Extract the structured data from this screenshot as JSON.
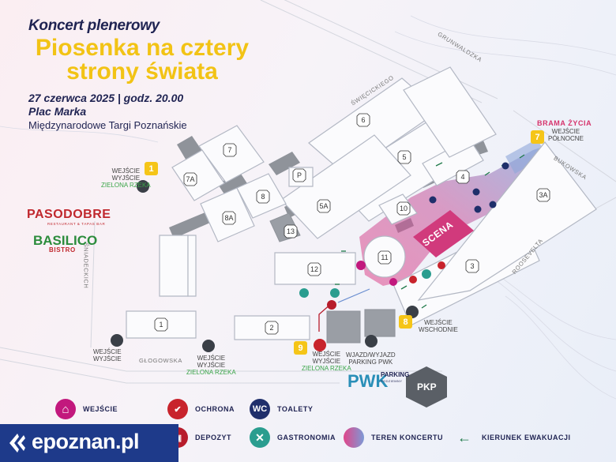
{
  "header": {
    "kicker": "Koncert plenerowy",
    "title": "Piosenka na cztery strony świata",
    "date": "27 czerwca 2025 | godz. 20.00",
    "place": "Plac Marka",
    "venue": "Międzynarodowe Targi Poznańskie"
  },
  "streets": {
    "grunwaldzka": "GRUNWALDZKA",
    "swiecickiego": "ŚWIĘCICKIEGO",
    "bukowska": "BUKOWSKA",
    "roosevelta": "ROOSEVELTA",
    "sniadeckich": "ŚNIADECKICH",
    "glogowska": "GŁOGOWSKA"
  },
  "pavilions": [
    "1",
    "2",
    "3",
    "3A",
    "4",
    "5",
    "5A",
    "6",
    "7",
    "7A",
    "8",
    "8A",
    "10",
    "11",
    "12",
    "13",
    "P"
  ],
  "stage_label": "SCENA",
  "entrances": {
    "e1": {
      "num": "1",
      "text": "WEJŚCIE\nWYJŚCIE",
      "sub": "ZIELONA RZEKA"
    },
    "e7": {
      "num": "7",
      "brand": "BRAMA ŻYCIA",
      "text": "WEJŚCIE\nPÓŁNOCNE"
    },
    "e8": {
      "num": "8",
      "text": "WEJŚCIE\nWSCHODNIE"
    },
    "e9": {
      "num": "9",
      "text": "WEJŚCIE\nWYJŚCIE",
      "sub": "ZIELONA RZEKA"
    },
    "glogowska_exit": {
      "text": "WEJŚCIE\nWYJŚCIE"
    },
    "glogowska_green": {
      "text": "WEJŚCIE\nWYJŚCIE",
      "sub": "ZIELONA RZEKA"
    },
    "parking": {
      "text": "WJAZD/WYJAZD\nPARKING PWK"
    }
  },
  "sponsors": {
    "pasodobre": "PASODOBRE",
    "pasodobre_sub": "RESTAURANT & TAPAS BAR",
    "basilico": "BASILICO",
    "basilico_sub": "BISTRO",
    "pwk": "PWK",
    "parking": "PARKING",
    "parking_sub": "PODZIEMNY",
    "pkp": "PKP"
  },
  "legend": [
    {
      "icon": "house-icon",
      "label": "WEJŚCIE",
      "color": "#c2187d"
    },
    {
      "icon": "shield-icon",
      "label": "OCHRONA",
      "color": "#c8232c"
    },
    {
      "icon": "wc-icon",
      "label": "TOALETY",
      "color": "#1f2f6b",
      "glyph": "WC"
    },
    {
      "icon": "lock-icon",
      "label": "DEPOZYT",
      "color": "#b71c2b"
    },
    {
      "icon": "gastronomy-icon",
      "label": "GASTRONOMIA",
      "color": "#2a9d8f"
    },
    {
      "icon": "concert-area-icon",
      "label": "TEREN KONCERTU",
      "color": "#d27aa6"
    },
    {
      "icon": "evacuation-arrow-icon",
      "label": "KIERUNEK EWAKUACJI",
      "color": "#1f7a4a"
    }
  ],
  "logo": "epoznan.pl",
  "colors": {
    "accent_yellow": "#f5c518",
    "navy": "#1f2352",
    "building": "#fbfbfd",
    "building_stroke": "#b3b8c4",
    "pavilion_grey": "#8f939a",
    "stage": "#d13a7c"
  }
}
